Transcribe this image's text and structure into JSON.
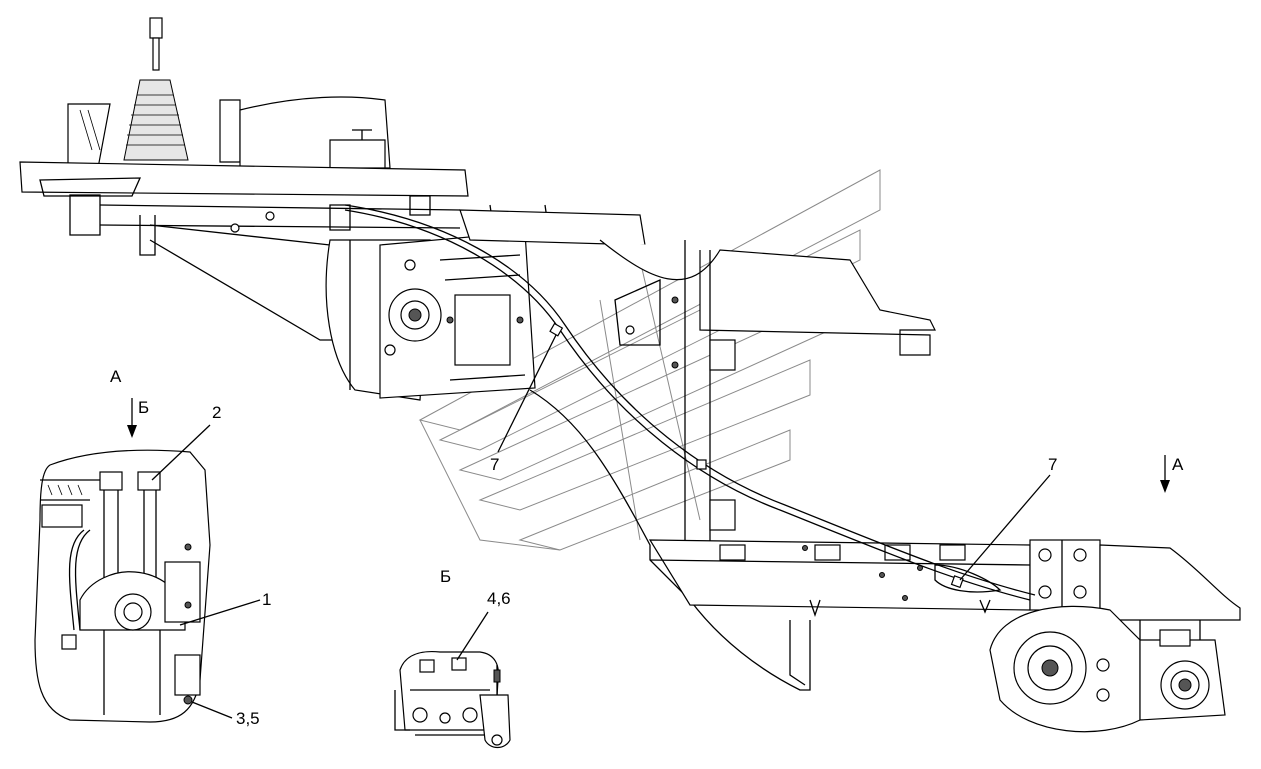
{
  "labels": {
    "view_a_top": "А",
    "view_b_top": "Б",
    "view_a_right": "А",
    "view_b_bottom": "Б",
    "callout_1": "1",
    "callout_2": "2",
    "callout_35": "3,5",
    "callout_46": "4,6",
    "callout_7_left": "7",
    "callout_7_right": "7"
  }
}
